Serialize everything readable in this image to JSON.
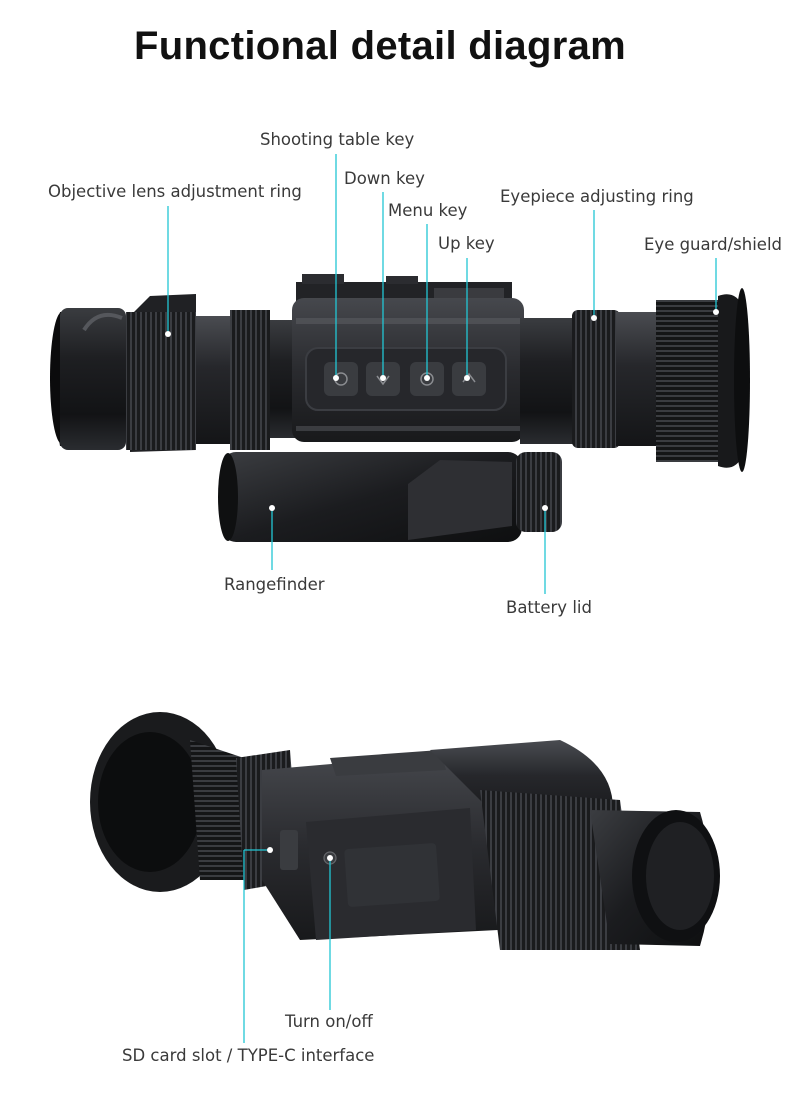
{
  "title": "Functional detail diagram",
  "accent_color": "#22c6d4",
  "device_color": "#1c1d20",
  "labels": {
    "objective_ring": "Objective lens adjustment ring",
    "shooting_table_key": "Shooting table key",
    "down_key": "Down key",
    "menu_key": "Menu key",
    "up_key": "Up key",
    "eyepiece_ring": "Eyepiece adjusting ring",
    "eye_guard": "Eye guard/shield",
    "rangefinder": "Rangefinder",
    "battery_lid": "Battery lid",
    "power": "Turn on/off",
    "sd_card": "SD card slot / TYPE-C interface"
  }
}
